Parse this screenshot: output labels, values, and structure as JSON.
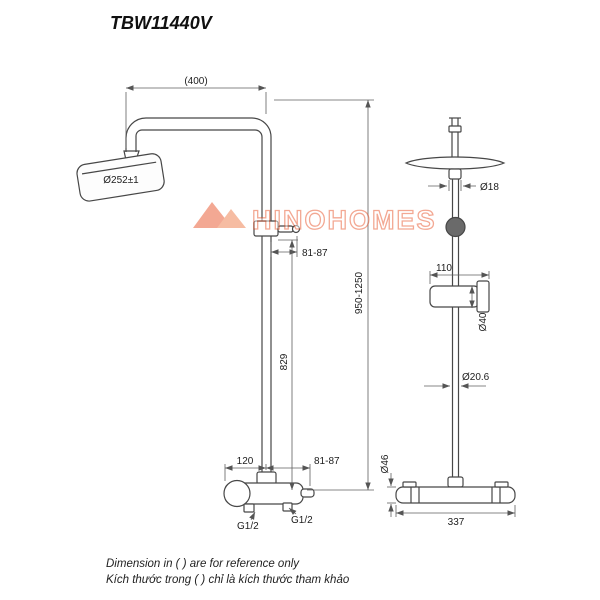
{
  "title": "TBW11440V",
  "watermark": {
    "text": "HINOHOMES",
    "color": "#e8542a"
  },
  "front_view": {
    "dims": {
      "top_width": "(400)",
      "head_diameter": "Ø252±1",
      "arm_depth": "81-87",
      "total_height": "950-1250",
      "riser_height": "829",
      "valve_width": "120",
      "valve_depth": "81-87",
      "inlet_left": "G1/2",
      "inlet_right": "G1/2"
    }
  },
  "side_view": {
    "dims": {
      "stem_diameter": "Ø18",
      "bracket_depth": "110",
      "joint_diameter": "Ø40",
      "pipe_diameter": "Ø20.6",
      "valve_diameter": "Ø46",
      "valve_length": "337"
    }
  },
  "footer": {
    "line1": "Dimension in ( ) are for reference only",
    "line2": "Kích thước trong ( ) chỉ là kích thước tham khảo"
  }
}
